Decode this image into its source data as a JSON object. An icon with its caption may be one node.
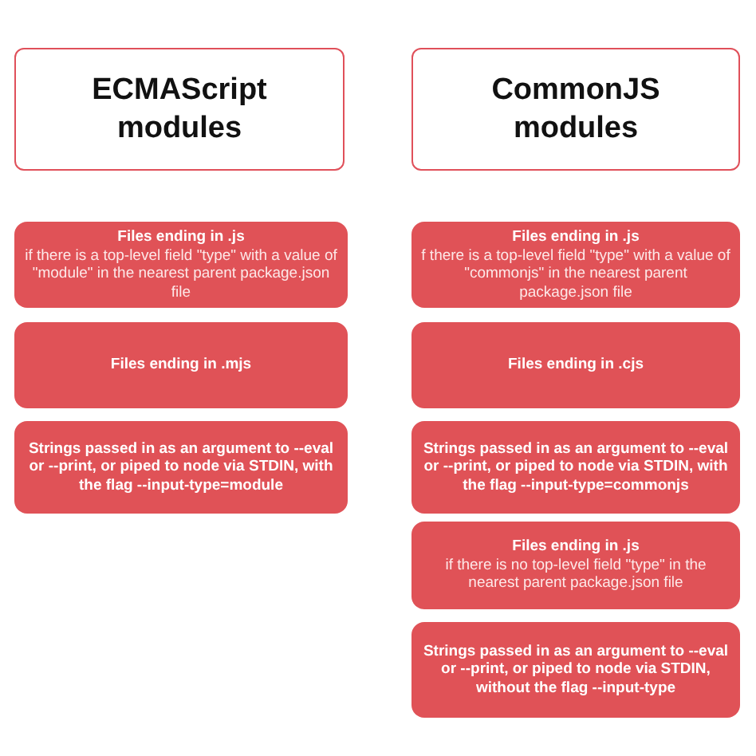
{
  "diagram": {
    "nodes": [
      {
        "text": [
          "ECMAScript modules"
        ]
      },
      {
        "text": [
          "Files ending in .js",
          "if there is a top-level field \"type\" with a value of \"module\" in the nearest parent package.json file"
        ]
      },
      {
        "text": [
          "Files ending in .mjs"
        ]
      },
      {
        "text": [
          "Strings passed in as an argument to --eval or --print, or piped to node via STDIN, with the flag --input-type=module"
        ]
      },
      {
        "text": [
          "CommonJS modules"
        ]
      },
      {
        "text": [
          "Files ending in .js",
          "f there is a top-level field \"type\" with a value of \"commonjs\" in the nearest parent package.json file"
        ]
      },
      {
        "text": [
          "Files ending in .cjs"
        ]
      },
      {
        "text": [
          "Strings passed in as an argument to --eval or --print, or piped to node via STDIN, with the flag --input-type=commonjs"
        ]
      },
      {
        "text": [
          "Files ending in .js",
          "if there is no top-level field \"type\" in the nearest parent package.json file"
        ]
      },
      {
        "text": [
          "Strings passed in as an argument to --eval or --print, or piped to node via STDIN, without the flag --input-type"
        ]
      }
    ]
  }
}
